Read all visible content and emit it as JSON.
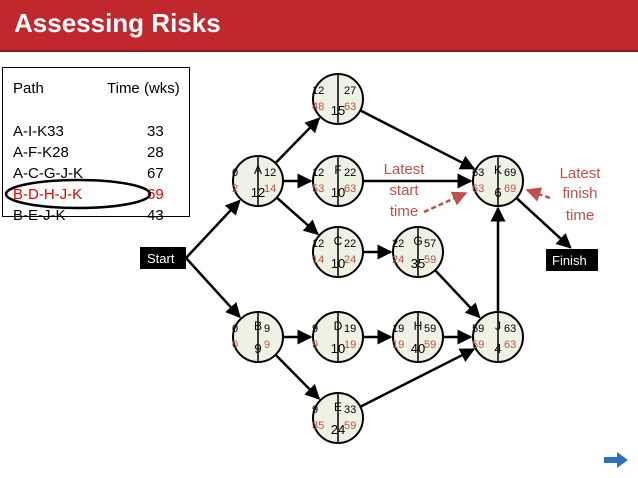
{
  "title": "Assessing Risks",
  "table": {
    "headers": [
      "Path",
      "Time (wks)"
    ],
    "rows": [
      {
        "path": "A-I-K33",
        "time": "33",
        "critical": false
      },
      {
        "path": "A-F-K28",
        "time": "28",
        "critical": false
      },
      {
        "path": "A-C-G-J-K",
        "time": "67",
        "critical": false
      },
      {
        "path": "B-D-H-J-K",
        "time": "69",
        "critical": true
      },
      {
        "path": "B-E-J-K",
        "time": "43",
        "critical": false
      }
    ]
  },
  "start_label": "Start",
  "finish_label": "Finish",
  "annotations": {
    "latest_start": [
      "Latest",
      "start",
      "time"
    ],
    "latest_finish": [
      "Latest",
      "finish",
      "time"
    ]
  },
  "nodes": [
    {
      "id": "A",
      "es": "0",
      "ef": "12",
      "ls": "2",
      "lf": "14",
      "dur": "12"
    },
    {
      "id": "I",
      "es": "12",
      "ef": "27",
      "ls": "48",
      "lf": "63",
      "dur": "15"
    },
    {
      "id": "F",
      "es": "12",
      "ef": "22",
      "ls": "53",
      "lf": "63",
      "dur": "10"
    },
    {
      "id": "C",
      "es": "12",
      "ef": "22",
      "ls": "14",
      "lf": "24",
      "dur": "10"
    },
    {
      "id": "G",
      "es": "22",
      "ef": "57",
      "ls": "24",
      "lf": "59",
      "dur": "35"
    },
    {
      "id": "K",
      "es": "63",
      "ef": "69",
      "ls": "63",
      "lf": "69",
      "dur": "6"
    },
    {
      "id": "B",
      "es": "0",
      "ef": "9",
      "ls": "0",
      "lf": "9",
      "dur": "9"
    },
    {
      "id": "D",
      "es": "9",
      "ef": "19",
      "ls": "9",
      "lf": "19",
      "dur": "10"
    },
    {
      "id": "H",
      "es": "19",
      "ef": "59",
      "ls": "19",
      "lf": "59",
      "dur": "40"
    },
    {
      "id": "J",
      "es": "59",
      "ef": "63",
      "ls": "59",
      "lf": "63",
      "dur": "4"
    },
    {
      "id": "E",
      "es": "9",
      "ef": "33",
      "ls": "35",
      "lf": "59",
      "dur": "24"
    }
  ],
  "colors": {
    "header": "#c0282d",
    "node_fill": "#eef2e4",
    "late_text": "#c0504d",
    "critical_text": "#e00000",
    "nav_arrow": "#2e6fc0"
  }
}
